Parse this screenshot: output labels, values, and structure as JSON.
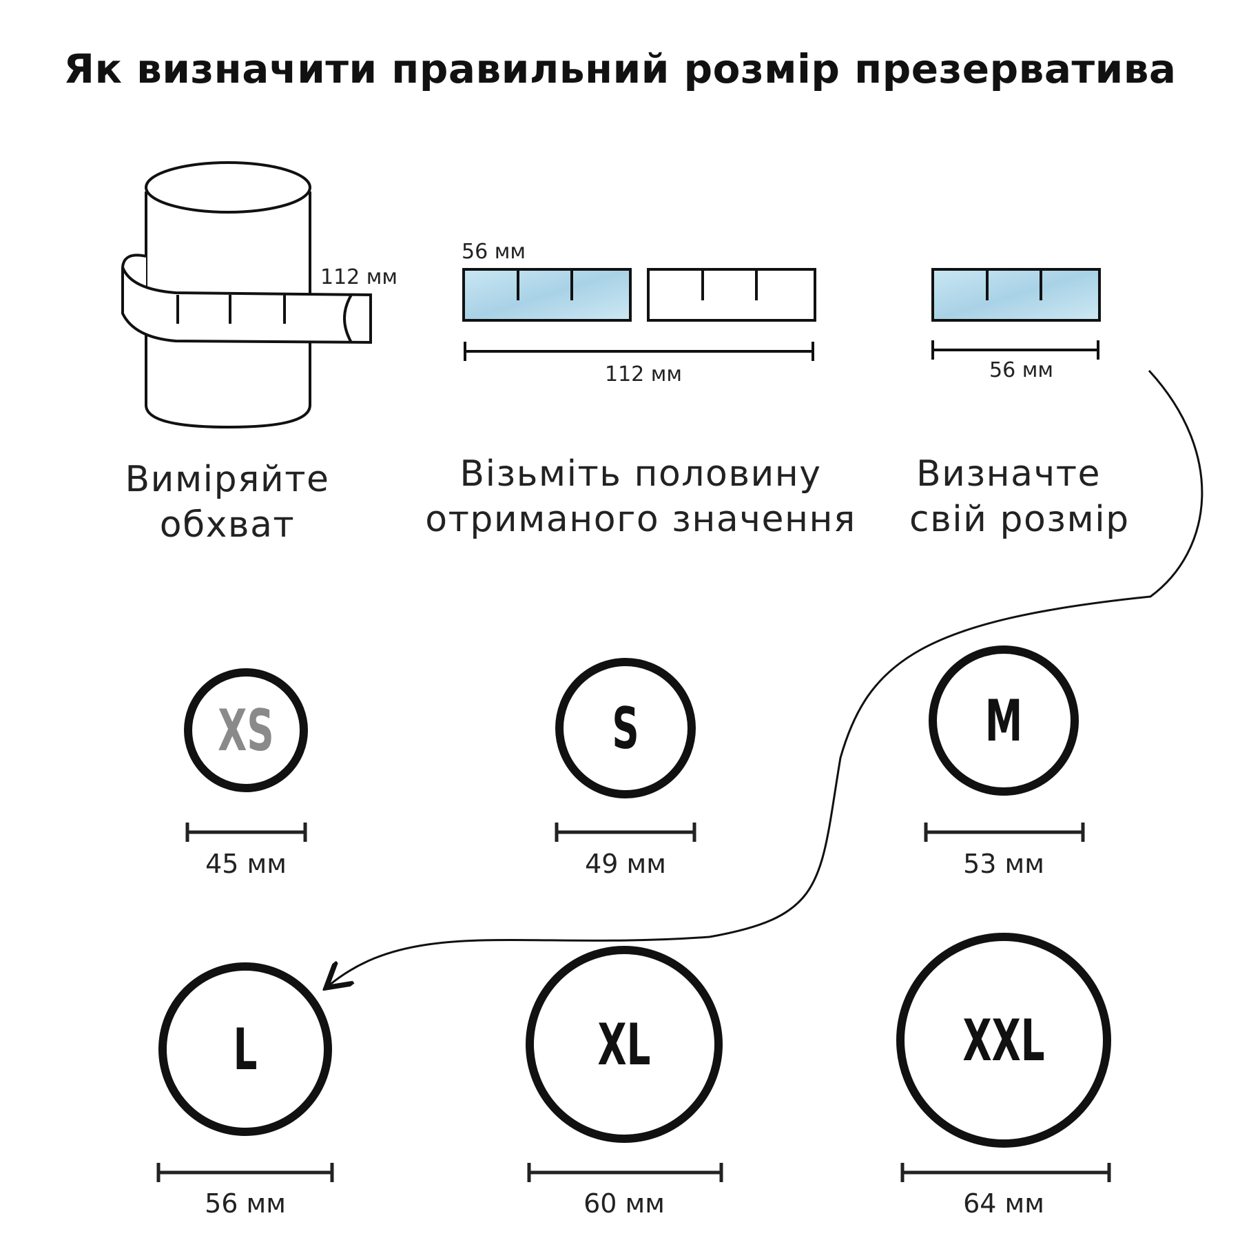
{
  "title": "Як визначити правильний розмір презерватива",
  "steps": {
    "measure": {
      "line1": "Виміряйте",
      "line2": "обхват",
      "tape_value": "112 мм"
    },
    "half": {
      "line1": "Візьміть половину",
      "line2": "отриманого значення",
      "half_label": "56 мм",
      "total_label": "112 мм"
    },
    "size": {
      "line1": "Визначте",
      "line2": "свій розмір",
      "value": "56 мм"
    }
  },
  "sizes": [
    {
      "label": "XS",
      "width": "45 мм",
      "color": "#8a8a8a"
    },
    {
      "label": "S",
      "width": "49 мм",
      "color": "#111111"
    },
    {
      "label": "M",
      "width": "53 мм",
      "color": "#111111"
    },
    {
      "label": "L",
      "width": "56 мм",
      "color": "#111111"
    },
    {
      "label": "XL",
      "width": "60 мм",
      "color": "#111111"
    },
    {
      "label": "XXL",
      "width": "64 мм",
      "color": "#111111"
    }
  ],
  "colors": {
    "tape_fill": "#b9dcec",
    "stroke": "#111111"
  }
}
